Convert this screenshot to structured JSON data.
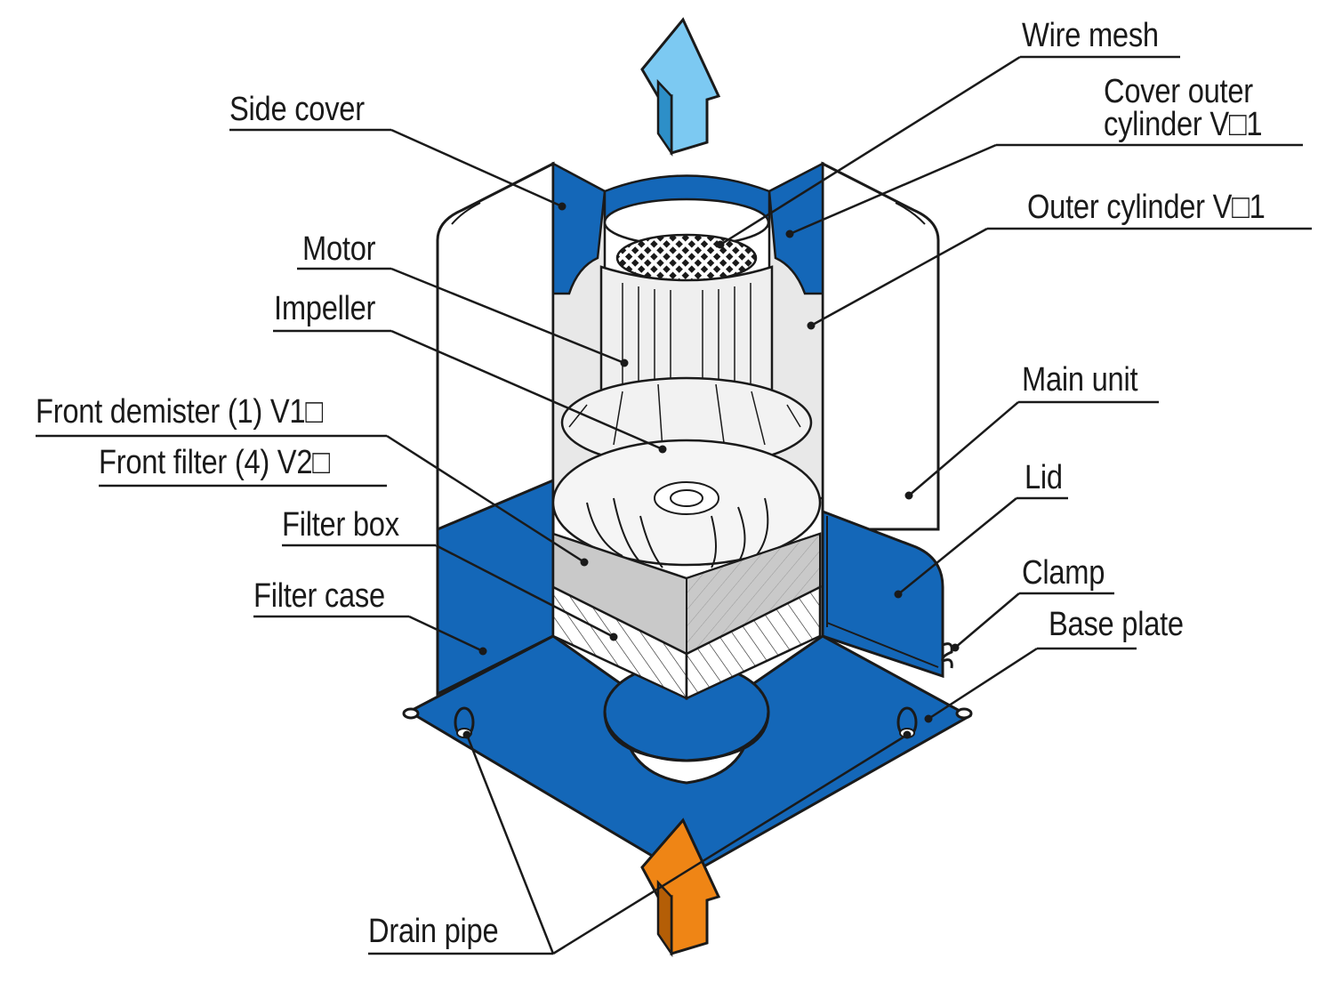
{
  "diagram": {
    "colors": {
      "blue": "#1467b8",
      "light_blue_arrow": "#7cc9f2",
      "orange_arrow": "#ef8515",
      "outline": "#1a1a1a",
      "part_light": "#efefef",
      "part_mid": "#c8c8c8"
    },
    "arrows": [
      {
        "name": "exhaust-arrow",
        "direction": "up",
        "color": "#7cc9f2"
      },
      {
        "name": "intake-arrow",
        "direction": "up",
        "color": "#ef8515"
      }
    ],
    "labels": {
      "wire_mesh": "Wire mesh",
      "cover_outer_cylinder_1": "Cover outer",
      "cover_outer_cylinder_2": "cylinder V□1",
      "outer_cylinder": "Outer cylinder V□1",
      "side_cover": "Side cover",
      "motor": "Motor",
      "impeller": "Impeller",
      "main_unit": "Main unit",
      "front_demister": "Front demister (1) V1□",
      "front_filter": "Front filter (4) V2□",
      "lid": "Lid",
      "filter_box": "Filter box",
      "clamp": "Clamp",
      "filter_case": "Filter case",
      "base_plate": "Base plate",
      "drain_pipe": "Drain pipe"
    }
  }
}
